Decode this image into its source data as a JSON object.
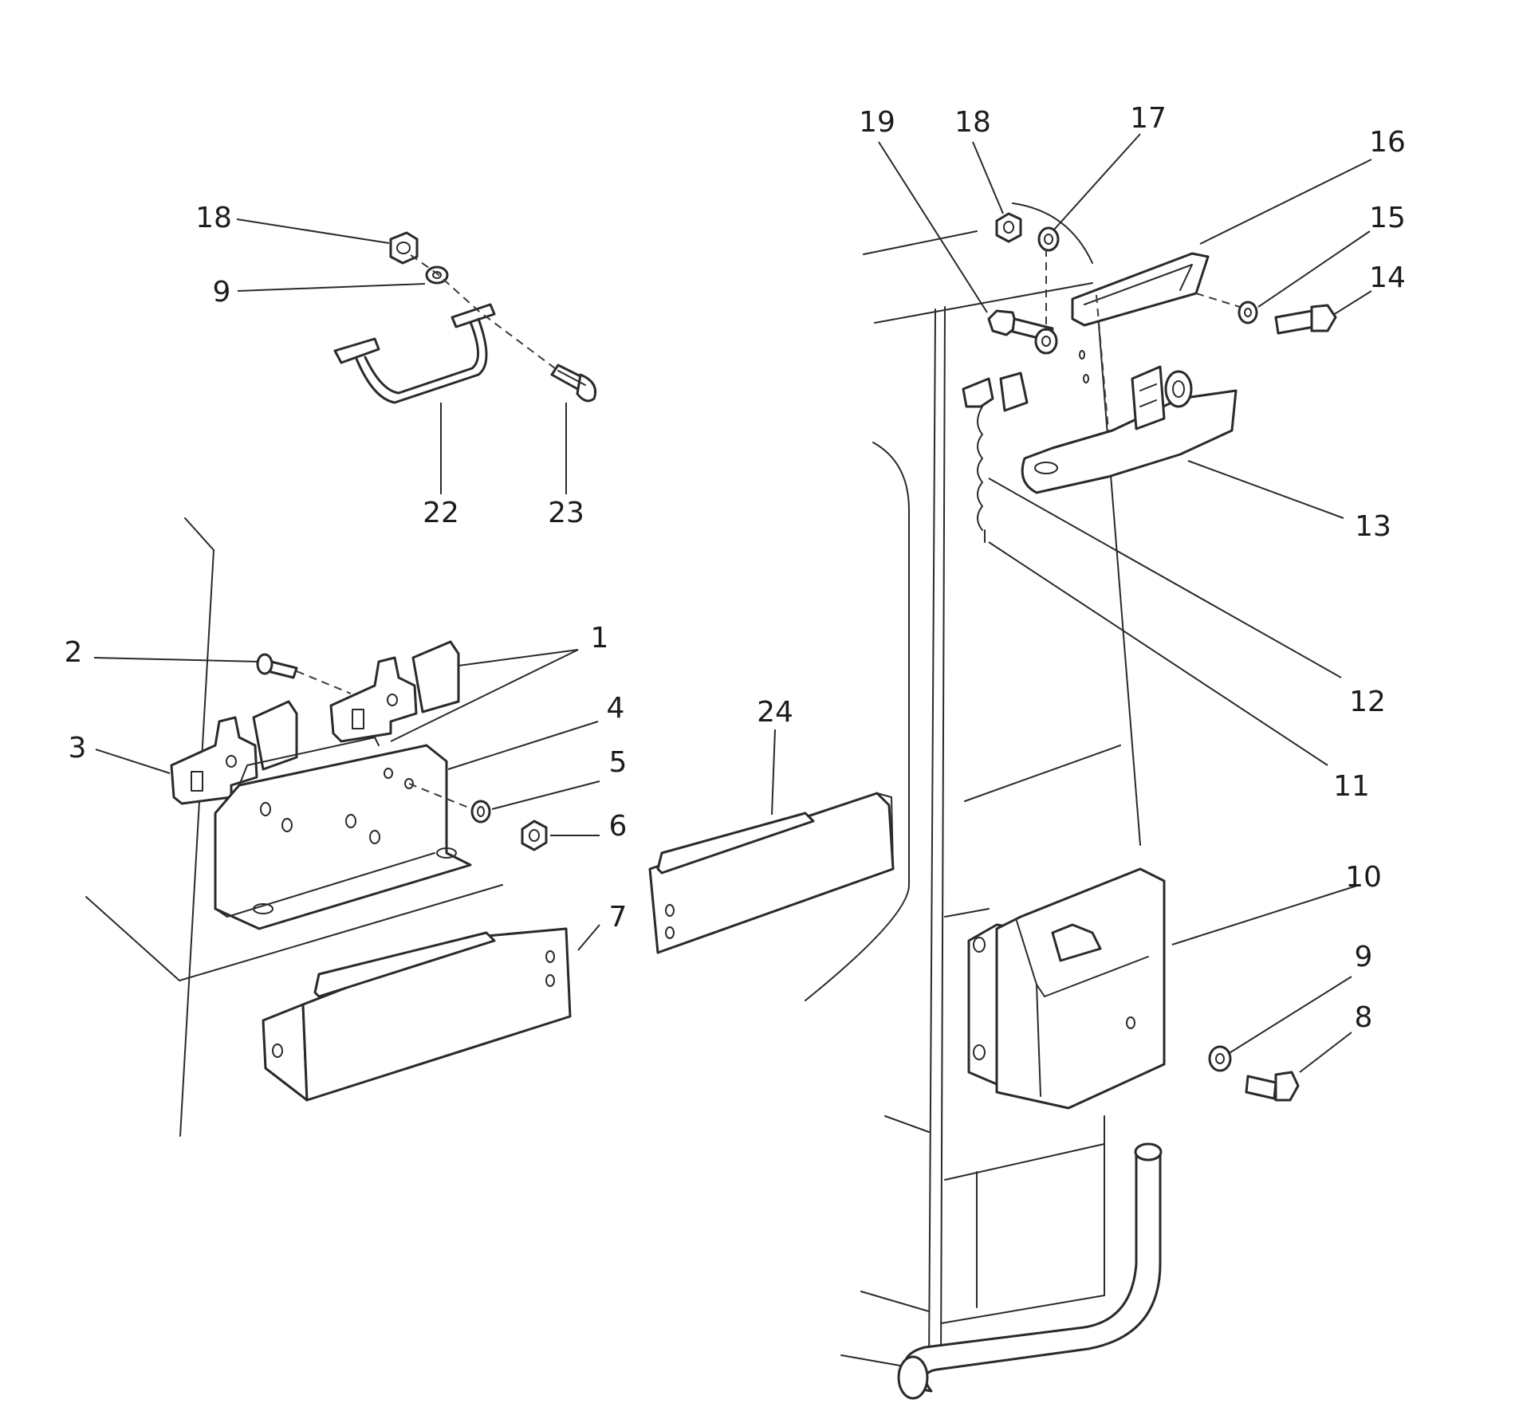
{
  "diagram": {
    "line_color": "#2a2a2a",
    "callouts": [
      {
        "id": "c18a",
        "text": "18"
      },
      {
        "id": "c9a",
        "text": "9"
      },
      {
        "id": "c22",
        "text": "22"
      },
      {
        "id": "c23",
        "text": "23"
      },
      {
        "id": "c2",
        "text": "2"
      },
      {
        "id": "c1",
        "text": "1"
      },
      {
        "id": "c3",
        "text": "3"
      },
      {
        "id": "c4",
        "text": "4"
      },
      {
        "id": "c5",
        "text": "5"
      },
      {
        "id": "c6",
        "text": "6"
      },
      {
        "id": "c7",
        "text": "7"
      },
      {
        "id": "c24",
        "text": "24"
      },
      {
        "id": "c19",
        "text": "19"
      },
      {
        "id": "c18b",
        "text": "18"
      },
      {
        "id": "c17",
        "text": "17"
      },
      {
        "id": "c16",
        "text": "16"
      },
      {
        "id": "c15",
        "text": "15"
      },
      {
        "id": "c14",
        "text": "14"
      },
      {
        "id": "c13",
        "text": "13"
      },
      {
        "id": "c12",
        "text": "12"
      },
      {
        "id": "c11",
        "text": "11"
      },
      {
        "id": "c10",
        "text": "10"
      },
      {
        "id": "c9b",
        "text": "9"
      },
      {
        "id": "c8",
        "text": "8"
      }
    ]
  }
}
